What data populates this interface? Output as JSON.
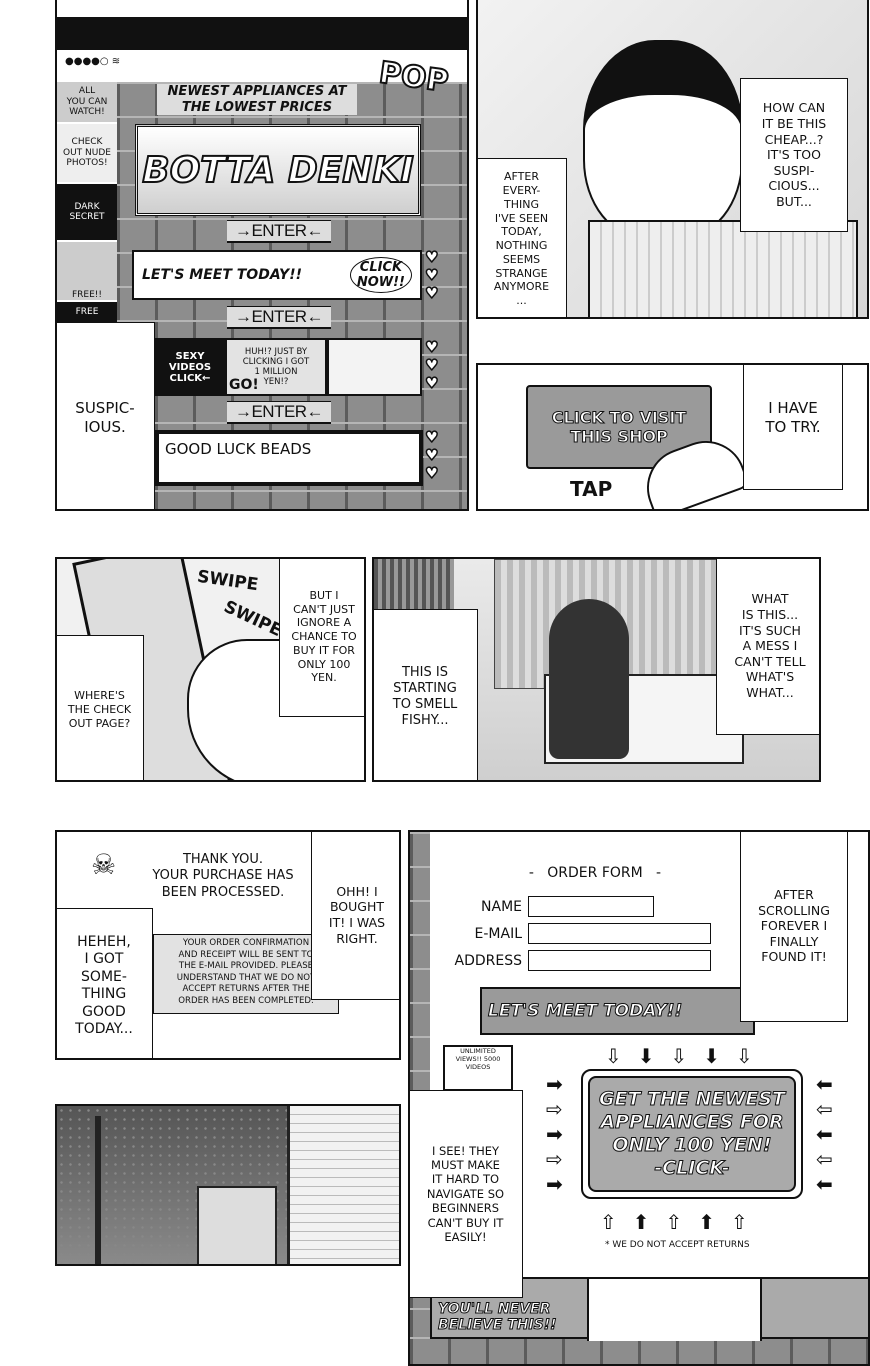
{
  "phone_panel": {
    "site_tagline": "NEWEST APPLIANCES AT\nTHE LOWEST PRICES",
    "pop_sfx": "POP",
    "site_name": "BOTTA DENKI",
    "enter_label": "→ENTER←",
    "ads": [
      {
        "text": "LET'S MEET TODAY!!",
        "cta": "CLICK\nNOW!!"
      },
      {
        "text": "SEXY\nVIDEOS\nCLICK←",
        "extra": "HUH!? JUST BY\nCLICKING I GOT\n1 MILLION\nYEN!?",
        "go": "GO!"
      },
      {
        "text": "GOOD LUCK BEADS"
      }
    ],
    "sidebar_ads": [
      "ALL\nYOU CAN\nWATCH!",
      "CHECK\nOUT NUDE\nPHOTOS!",
      "DARK\nSECRET",
      "FREE!!",
      "FREE"
    ],
    "bubble": "SUSPIC-\nIOUS."
  },
  "face_panel": {
    "bubbles": [
      "AFTER\nEVERY-\nTHING\nI'VE SEEN\nTODAY,\nNOTHING\nSEEMS\nSTRANGE\nANYMORE\n...",
      "HOW CAN\nIT BE THIS\nCHEAP...?\nIT'S TOO\nSUSPI-\nCIOUS...\nBUT..."
    ]
  },
  "tap_panel": {
    "button_label": "CLICK TO VISIT\nTHIS SHOP",
    "sfx": "TAP",
    "bubble": "I HAVE\nTO TRY."
  },
  "swipe_panel": {
    "sfx": [
      "SWIPE",
      "SWIPE"
    ],
    "bubbles": [
      "WHERE'S\nTHE CHECK\nOUT PAGE?",
      "BUT I\nCAN'T JUST\nIGNORE A\nCHANCE TO\nBUY IT FOR\nONLY 100\nYEN."
    ]
  },
  "room_panel": {
    "bubbles": [
      "THIS IS\nSTARTING\nTO SMELL\nFISHY...",
      "WHAT\nIS THIS...\nIT'S SUCH\nA MESS I\nCAN'T TELL\nWHAT'S\nWHAT..."
    ]
  },
  "confirm_panel": {
    "title": "THANK YOU.\nYOUR PURCHASE HAS\nBEEN PROCESSED.",
    "notice": "YOUR ORDER CONFIRMATION\nAND RECEIPT WILL BE SENT TO\nTHE E-MAIL PROVIDED. PLEASE\nUNDERSTAND THAT WE DO NOT\nACCEPT RETURNS AFTER THE\nORDER HAS BEEN COMPLETED.",
    "bubbles": [
      "HEHEH,\nI GOT\nSOME-\nTHING\nGOOD\nTODAY...",
      "OHH! I\nBOUGHT\nIT! I WAS\nRIGHT."
    ]
  },
  "order_panel": {
    "form_title": "-   ORDER FORM   -",
    "fields": [
      {
        "label": "NAME",
        "value": ""
      },
      {
        "label": "E-MAIL",
        "value": ""
      },
      {
        "label": "ADDRESS",
        "value": ""
      }
    ],
    "ad_meet": "LET'S MEET TODAY!!",
    "ad_videos": "UNLIMITED\nVIEWS!! 5000\nVIDEOS",
    "cta": "GET THE NEWEST\nAPPLIANCES FOR\nONLY 100 YEN!\n-CLICK-",
    "returns_note": "* WE DO NOT ACCEPT RETURNS",
    "ad_believe": "YOU'LL NEVER\nBELIEVE THIS!!",
    "bubbles": [
      "AFTER\nSCROLLING\nFOREVER I\nFINALLY\nFOUND IT!",
      "I SEE! THEY\nMUST MAKE\nIT HARD TO\nNAVIGATE SO\nBEGINNERS\nCAN'T BUY IT\nEASILY!"
    ]
  }
}
